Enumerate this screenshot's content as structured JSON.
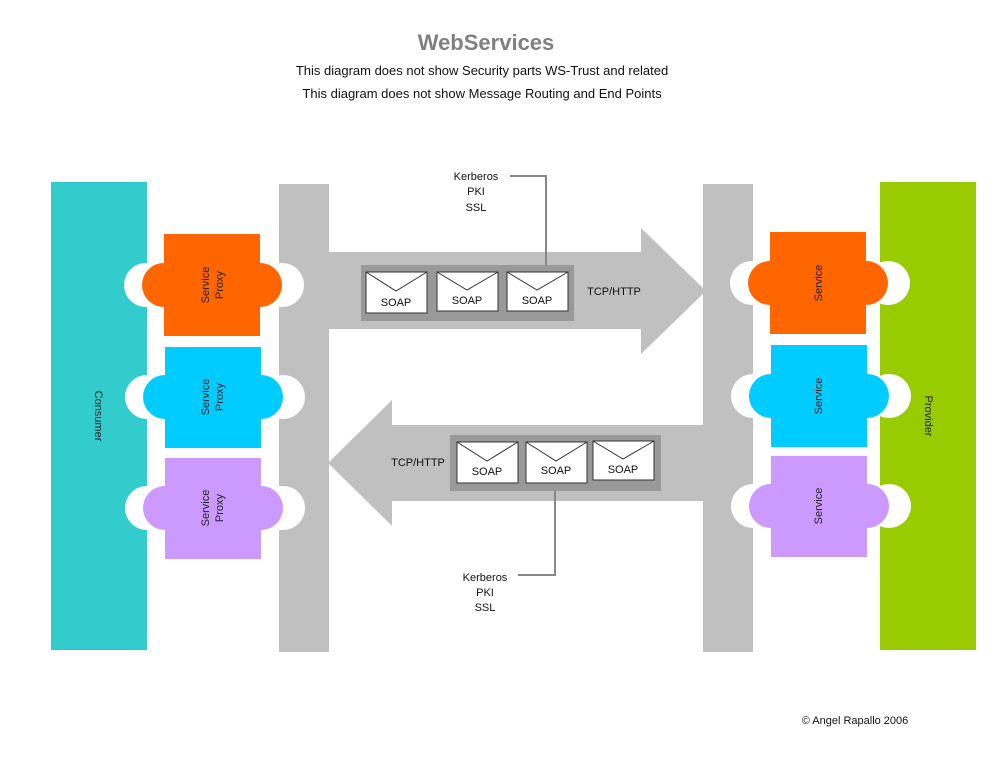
{
  "title": "WebServices",
  "notes": [
    "This diagram does not show Security parts WS-Trust and related",
    "This diagram does not show Message Routing and End Points"
  ],
  "consumer": {
    "label": "Consumer",
    "color": "#33cccc"
  },
  "provider": {
    "label": "Provider",
    "color": "#99cc00"
  },
  "bus_color": "#c0c0c0",
  "arrow_color": "#c0c0c0",
  "message_box_color": "#999999",
  "proxies": [
    {
      "line1": "Service",
      "line2": "Proxy",
      "color": "#ff6600"
    },
    {
      "line1": "Service",
      "line2": "Proxy",
      "color": "#00ccff"
    },
    {
      "line1": "Service",
      "line2": "Proxy",
      "color": "#cc99ff"
    }
  ],
  "services": [
    {
      "label": "Service",
      "color": "#ff6600"
    },
    {
      "label": "Service",
      "color": "#00ccff"
    },
    {
      "label": "Service",
      "color": "#cc99ff"
    }
  ],
  "request": {
    "protocol": "TCP/HTTP",
    "messages": [
      "SOAP",
      "SOAP",
      "SOAP"
    ],
    "security": [
      "Kerberos",
      "PKI",
      "SSL"
    ]
  },
  "response": {
    "protocol": "TCP/HTTP",
    "messages": [
      "SOAP",
      "SOAP",
      "SOAP"
    ],
    "security": [
      "Kerberos",
      "PKI",
      "SSL"
    ]
  },
  "copyright": "© Angel Rapallo 2006"
}
